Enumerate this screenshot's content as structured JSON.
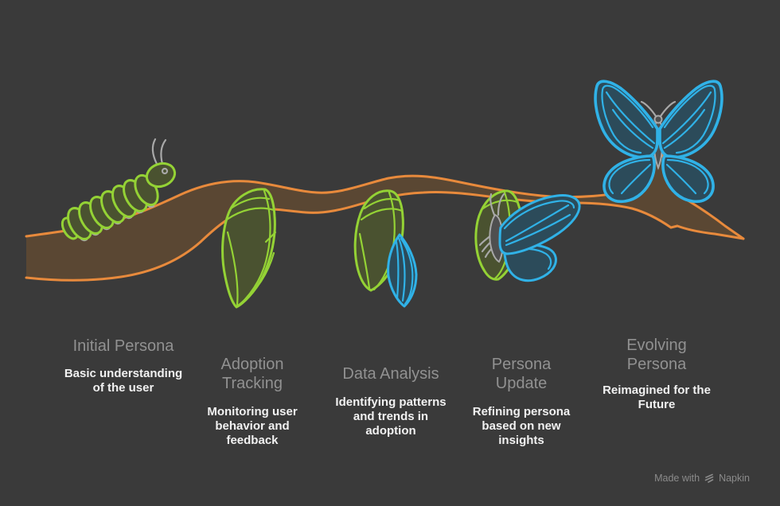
{
  "colors": {
    "background": "#3a3a3a",
    "branch_fill": "#5a4733",
    "branch_outline": "#e88a3c",
    "caterpillar_green": "#94d235",
    "cocoon_fill": "#4a5230",
    "butterfly_blue": "#30b2e7",
    "wing_fill": "#2c4b5a",
    "body_gray": "#a8a8a8",
    "insect_body_fill": "#4f4f4f",
    "title_text": "#919191",
    "description_text": "#f1f1f1",
    "watermark_text": "#8b8b8b"
  },
  "stages": [
    {
      "title": "Initial Persona",
      "description": "Basic understanding of the user",
      "icon": "caterpillar"
    },
    {
      "title": "Adoption Tracking",
      "description": "Monitoring user behavior and feedback",
      "icon": "chrysalis"
    },
    {
      "title": "Data Analysis",
      "description": "Identifying patterns and trends in adoption",
      "icon": "chrysalis-emerging-wing"
    },
    {
      "title": "Persona Update",
      "description": "Refining persona based on new insights",
      "icon": "emerging-butterfly"
    },
    {
      "title": "Evolving Persona",
      "description": "Reimagined for the Future",
      "icon": "butterfly"
    }
  ],
  "watermark": {
    "prefix": "Made with",
    "brand": "Napkin",
    "icon": "napkin-logo"
  }
}
